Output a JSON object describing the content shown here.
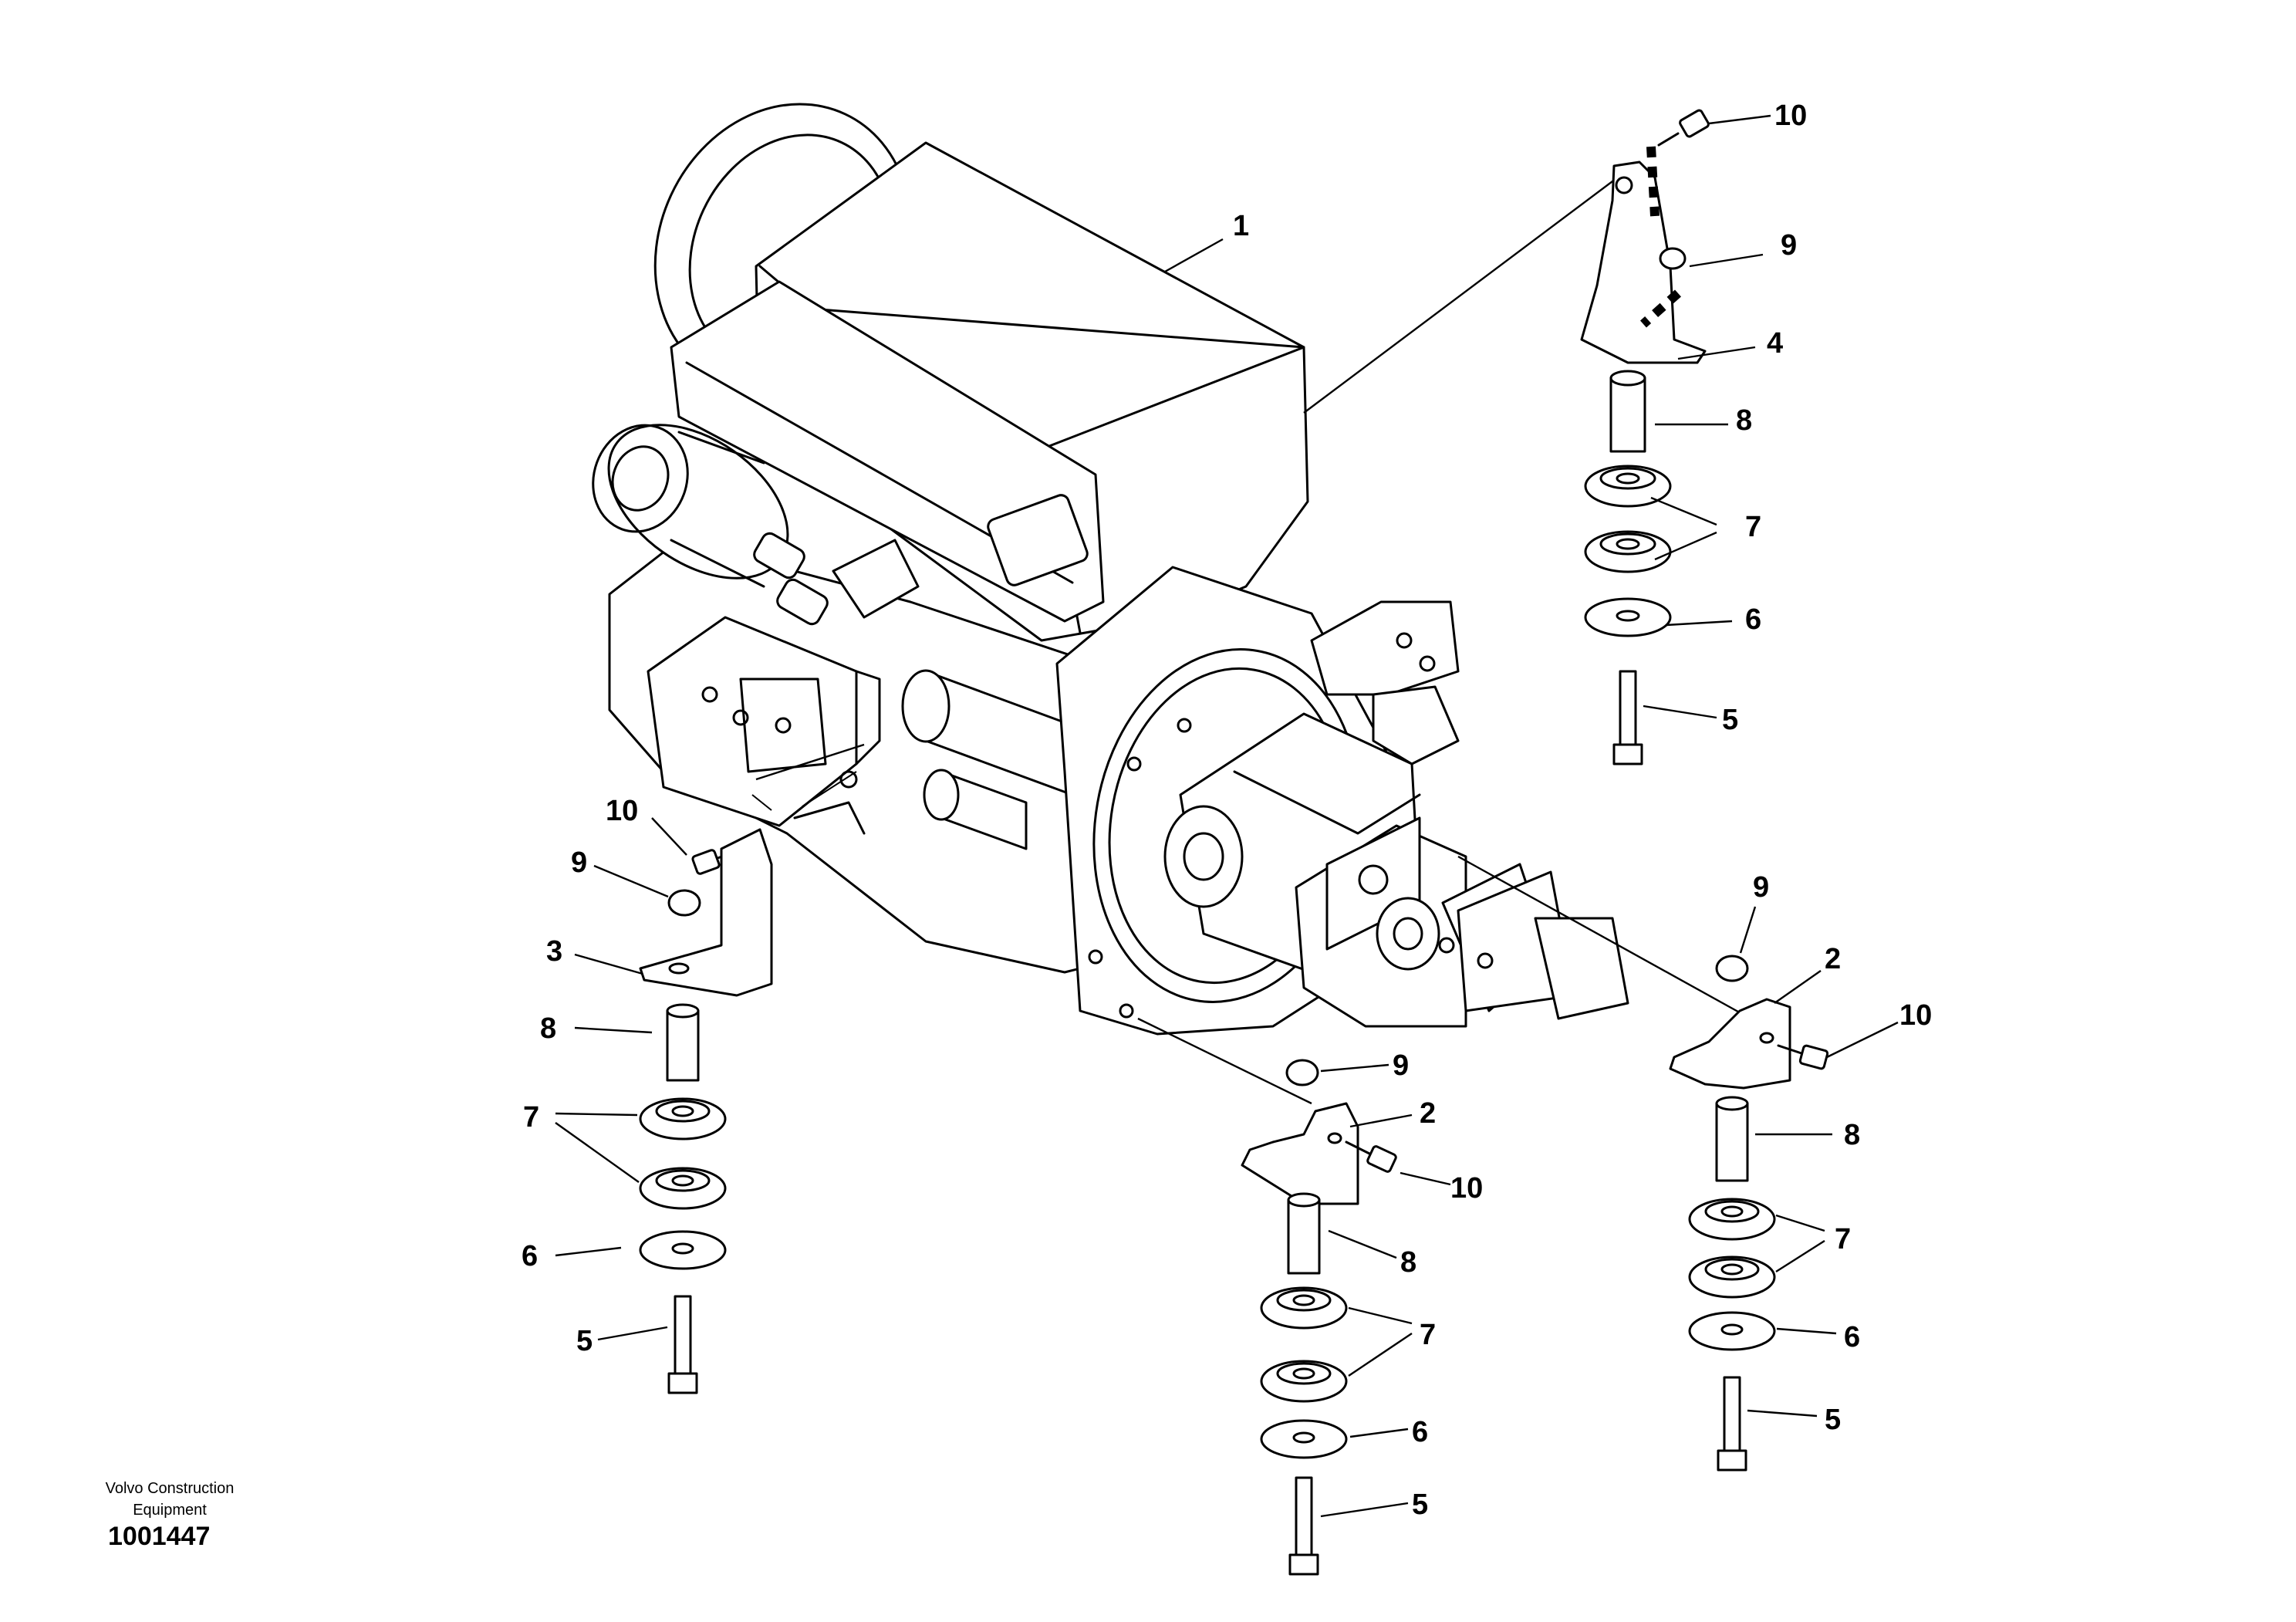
{
  "footer": {
    "brand_line1": "Volvo Construction",
    "brand_line2": "Equipment",
    "document_number": "1001447"
  },
  "callouts": [
    {
      "id": "c1-engine",
      "label": "1"
    },
    {
      "id": "c10-top",
      "label": "10"
    },
    {
      "id": "c9-top",
      "label": "9"
    },
    {
      "id": "c4-top",
      "label": "4"
    },
    {
      "id": "c8-top",
      "label": "8"
    },
    {
      "id": "c7-top",
      "label": "7"
    },
    {
      "id": "c6-top",
      "label": "6"
    },
    {
      "id": "c5-top",
      "label": "5"
    },
    {
      "id": "c10-left",
      "label": "10"
    },
    {
      "id": "c9-left",
      "label": "9"
    },
    {
      "id": "c3-left",
      "label": "3"
    },
    {
      "id": "c8-left",
      "label": "8"
    },
    {
      "id": "c7-left",
      "label": "7"
    },
    {
      "id": "c6-left",
      "label": "6"
    },
    {
      "id": "c5-left",
      "label": "5"
    },
    {
      "id": "c9-center",
      "label": "9"
    },
    {
      "id": "c2-center",
      "label": "2"
    },
    {
      "id": "c10-center",
      "label": "10"
    },
    {
      "id": "c8-center",
      "label": "8"
    },
    {
      "id": "c7-center",
      "label": "7"
    },
    {
      "id": "c6-center",
      "label": "6"
    },
    {
      "id": "c5-center",
      "label": "5"
    },
    {
      "id": "c9-right",
      "label": "9"
    },
    {
      "id": "c2-right",
      "label": "2"
    },
    {
      "id": "c10-right",
      "label": "10"
    },
    {
      "id": "c8-right",
      "label": "8"
    },
    {
      "id": "c7-right",
      "label": "7"
    },
    {
      "id": "c6-right",
      "label": "6"
    },
    {
      "id": "c5-right",
      "label": "5"
    }
  ]
}
